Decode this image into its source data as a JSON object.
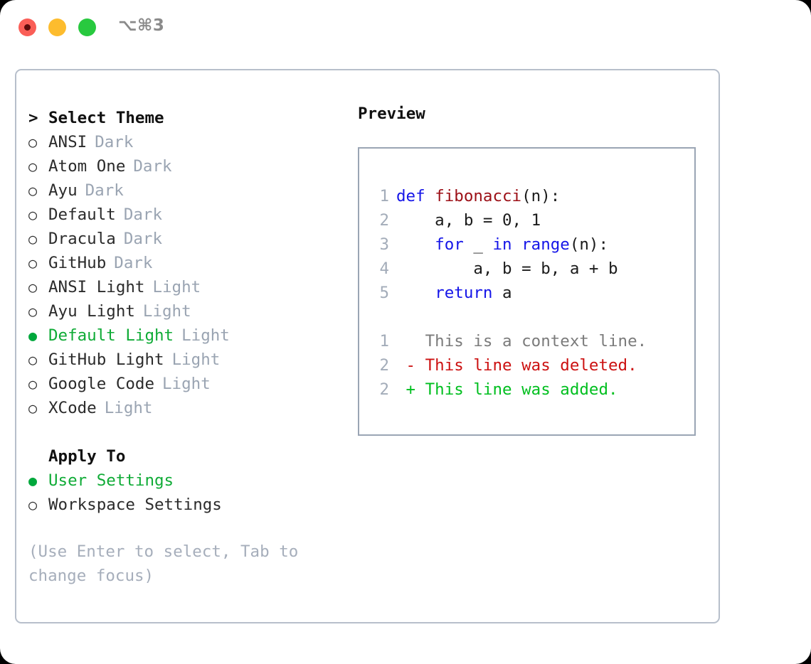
{
  "window": {
    "title": "⌥⌘3",
    "traffic_lights": [
      {
        "name": "close",
        "color": "#fa5e57"
      },
      {
        "name": "minimize",
        "color": "#fdbc2e"
      },
      {
        "name": "zoom",
        "color": "#28c93f"
      }
    ]
  },
  "theme_picker": {
    "heading": "Select Theme",
    "heading_marker": ">",
    "marker_off": "○",
    "marker_on": "●",
    "accent_color": "#0fab36",
    "items": [
      {
        "label": "ANSI",
        "tag": "Dark",
        "selected": false
      },
      {
        "label": "Atom One",
        "tag": "Dark",
        "selected": false
      },
      {
        "label": "Ayu",
        "tag": "Dark",
        "selected": false
      },
      {
        "label": "Default",
        "tag": "Dark",
        "selected": false
      },
      {
        "label": "Dracula",
        "tag": "Dark",
        "selected": false
      },
      {
        "label": "GitHub",
        "tag": "Dark",
        "selected": false
      },
      {
        "label": "ANSI Light",
        "tag": "Light",
        "selected": false
      },
      {
        "label": "Ayu Light",
        "tag": "Light",
        "selected": false
      },
      {
        "label": "Default Light",
        "tag": "Light",
        "selected": true
      },
      {
        "label": "GitHub Light",
        "tag": "Light",
        "selected": false
      },
      {
        "label": "Google Code",
        "tag": "Light",
        "selected": false
      },
      {
        "label": "XCode",
        "tag": "Light",
        "selected": false
      }
    ]
  },
  "apply_to": {
    "heading": "Apply To",
    "items": [
      {
        "label": "User Settings",
        "selected": true
      },
      {
        "label": "Workspace Settings",
        "selected": false
      }
    ]
  },
  "hint": "(Use Enter to select, Tab to change focus)",
  "preview": {
    "title": "Preview",
    "code_lines": [
      {
        "number": "1",
        "tokens": [
          {
            "text": "def ",
            "kind": "kw"
          },
          {
            "text": "fibonacci",
            "kind": "fn"
          },
          {
            "text": "(n):",
            "kind": "pl"
          }
        ]
      },
      {
        "number": "2",
        "tokens": [
          {
            "text": "    a, b = 0, 1",
            "kind": "pl"
          }
        ]
      },
      {
        "number": "3",
        "tokens": [
          {
            "text": "    ",
            "kind": "pl"
          },
          {
            "text": "for",
            "kind": "kw"
          },
          {
            "text": " _ ",
            "kind": "pl"
          },
          {
            "text": "in",
            "kind": "kw"
          },
          {
            "text": " ",
            "kind": "pl"
          },
          {
            "text": "range",
            "kind": "kw"
          },
          {
            "text": "(n):",
            "kind": "pl"
          }
        ]
      },
      {
        "number": "4",
        "tokens": [
          {
            "text": "        a, b = b, a + b",
            "kind": "pl"
          }
        ]
      },
      {
        "number": "5",
        "tokens": [
          {
            "text": "    ",
            "kind": "pl"
          },
          {
            "text": "return",
            "kind": "kw"
          },
          {
            "text": " a",
            "kind": "pl"
          }
        ]
      }
    ],
    "diff_lines": [
      {
        "number": "1",
        "sign": " ",
        "text": "This is a context line.",
        "kind": "ctx"
      },
      {
        "number": "2",
        "sign": "-",
        "text": "This line was deleted.",
        "kind": "del"
      },
      {
        "number": "2",
        "sign": "+",
        "text": "This line was added.",
        "kind": "add"
      }
    ]
  }
}
